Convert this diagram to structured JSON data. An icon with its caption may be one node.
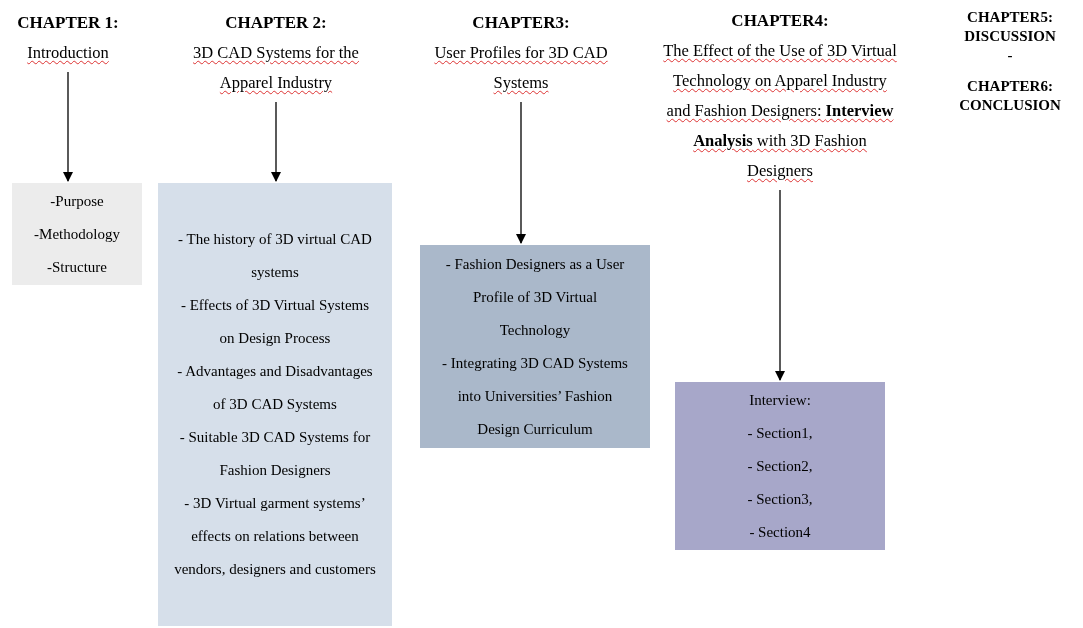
{
  "diagram": {
    "nodes": [
      {
        "text": [
          "CHAPTER 1:",
          "Introduction"
        ]
      },
      {
        "text": [
          "-Purpose",
          "-Methodology",
          "-Structure"
        ]
      },
      {
        "text": [
          "CHAPTER 2:",
          "3D CAD Systems for the Apparel Industry"
        ]
      },
      {
        "text": [
          "- The history of 3D virtual CAD systems",
          "- Effects of 3D Virtual Systems on Design Process",
          "- Advantages and Disadvantages of 3D CAD Systems",
          "- Suitable 3D CAD Systems for Fashion Designers",
          "- 3D Virtual garment systems’ effects on relations between vendors, designers and customers"
        ]
      },
      {
        "text": [
          "CHAPTER3:",
          "User Profiles for 3D CAD Systems"
        ]
      },
      {
        "text": [
          "- Fashion Designers as a User Profile of 3D Virtual Technology",
          "- Integrating 3D CAD Systems into Universities’ Fashion Design Curriculum"
        ]
      },
      {
        "text": [
          "CHAPTER4:",
          "The Effect of the Use of 3D Virtual Technology on Apparel Industry and Fashion Designers: **Interview Analysis** with 3D Fashion Designers"
        ]
      },
      {
        "text": [
          "Interview:",
          "- Section1,",
          "- Section2,",
          "- Section3,",
          "- Section4"
        ]
      }
    ],
    "edges": [
      {
        "from": 0,
        "to": 1,
        "arrow": "to"
      },
      {
        "from": 2,
        "to": 3,
        "arrow": "to"
      },
      {
        "from": 4,
        "to": 5,
        "arrow": "to"
      },
      {
        "from": 6,
        "to": 7,
        "arrow": "to"
      }
    ],
    "labels": [
      "CHAPTER5:",
      "DISCUSSION",
      "-",
      "CHAPTER6:",
      "CONCLUSION"
    ]
  }
}
